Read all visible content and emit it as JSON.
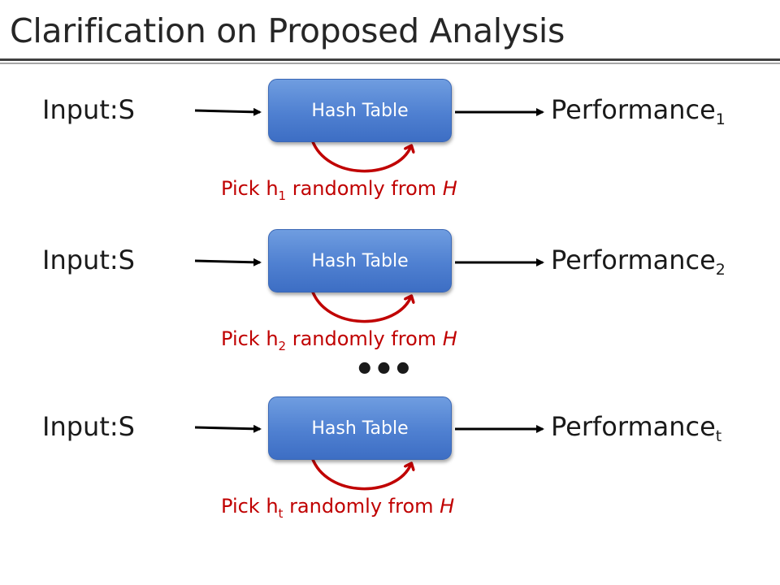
{
  "title": "Clarification on Proposed Analysis",
  "rows": [
    {
      "input": "Input:S",
      "box": "Hash Table",
      "perf": "Performance",
      "perf_sub": "1",
      "pick_prefix": "Pick h",
      "pick_sub": "1",
      "pick_mid": " randomly from ",
      "pick_set": "H"
    },
    {
      "input": "Input:S",
      "box": "Hash Table",
      "perf": "Performance",
      "perf_sub": "2",
      "pick_prefix": "Pick h",
      "pick_sub": "2",
      "pick_mid": " randomly from ",
      "pick_set": "H"
    },
    {
      "input": "Input:S",
      "box": "Hash Table",
      "perf": "Performance",
      "perf_sub": "t",
      "pick_prefix": "Pick h",
      "pick_sub": "t",
      "pick_mid": " randomly from ",
      "pick_set": "H"
    }
  ],
  "ellipsis": "•••",
  "colors": {
    "box_fill": "#4f80d1",
    "pick_text": "#c00000",
    "loop_arrow": "#c00000",
    "flow_arrow": "#000000"
  }
}
